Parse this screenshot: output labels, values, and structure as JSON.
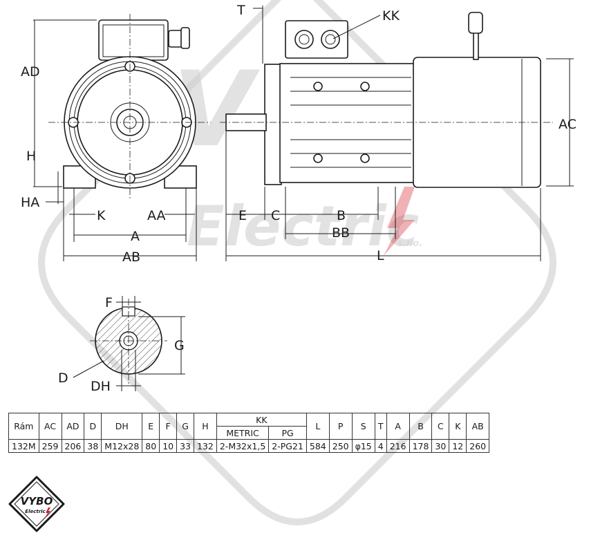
{
  "watermark": {
    "brand_text": "VYBO",
    "sub_text": "Electric",
    "suffix_text": "s.r.o."
  },
  "labels": {
    "AD": "AD",
    "H": "H",
    "HA": "HA",
    "K": "K",
    "AA": "AA",
    "A": "A",
    "AB": "AB",
    "T": "T",
    "KK": "KK",
    "AC": "AC",
    "E": "E",
    "C": "C",
    "B": "B",
    "BB": "BB",
    "L": "L",
    "F": "F",
    "G": "G",
    "D": "D",
    "DH": "DH"
  },
  "table": {
    "headers": [
      "Rám",
      "AC",
      "AD",
      "D",
      "DH",
      "E",
      "F",
      "G",
      "H",
      "KK",
      "L",
      "P",
      "S",
      "T",
      "A",
      "B",
      "C",
      "K",
      "AB"
    ],
    "kk_sub": [
      "METRIC",
      "PG"
    ],
    "row": [
      "132M",
      "259",
      "206",
      "38",
      "M12x28",
      "80",
      "10",
      "33",
      "132",
      "2-M32x1,5",
      "2-PG21",
      "584",
      "250",
      "φ15",
      "4",
      "216",
      "178",
      "30",
      "12",
      "260"
    ]
  },
  "logo": {
    "text": "VYBO",
    "sub": "Electric"
  },
  "colors": {
    "line": "#1a1a1a",
    "watermark": "#c8c8c8",
    "accent_red": "#d0202a"
  }
}
